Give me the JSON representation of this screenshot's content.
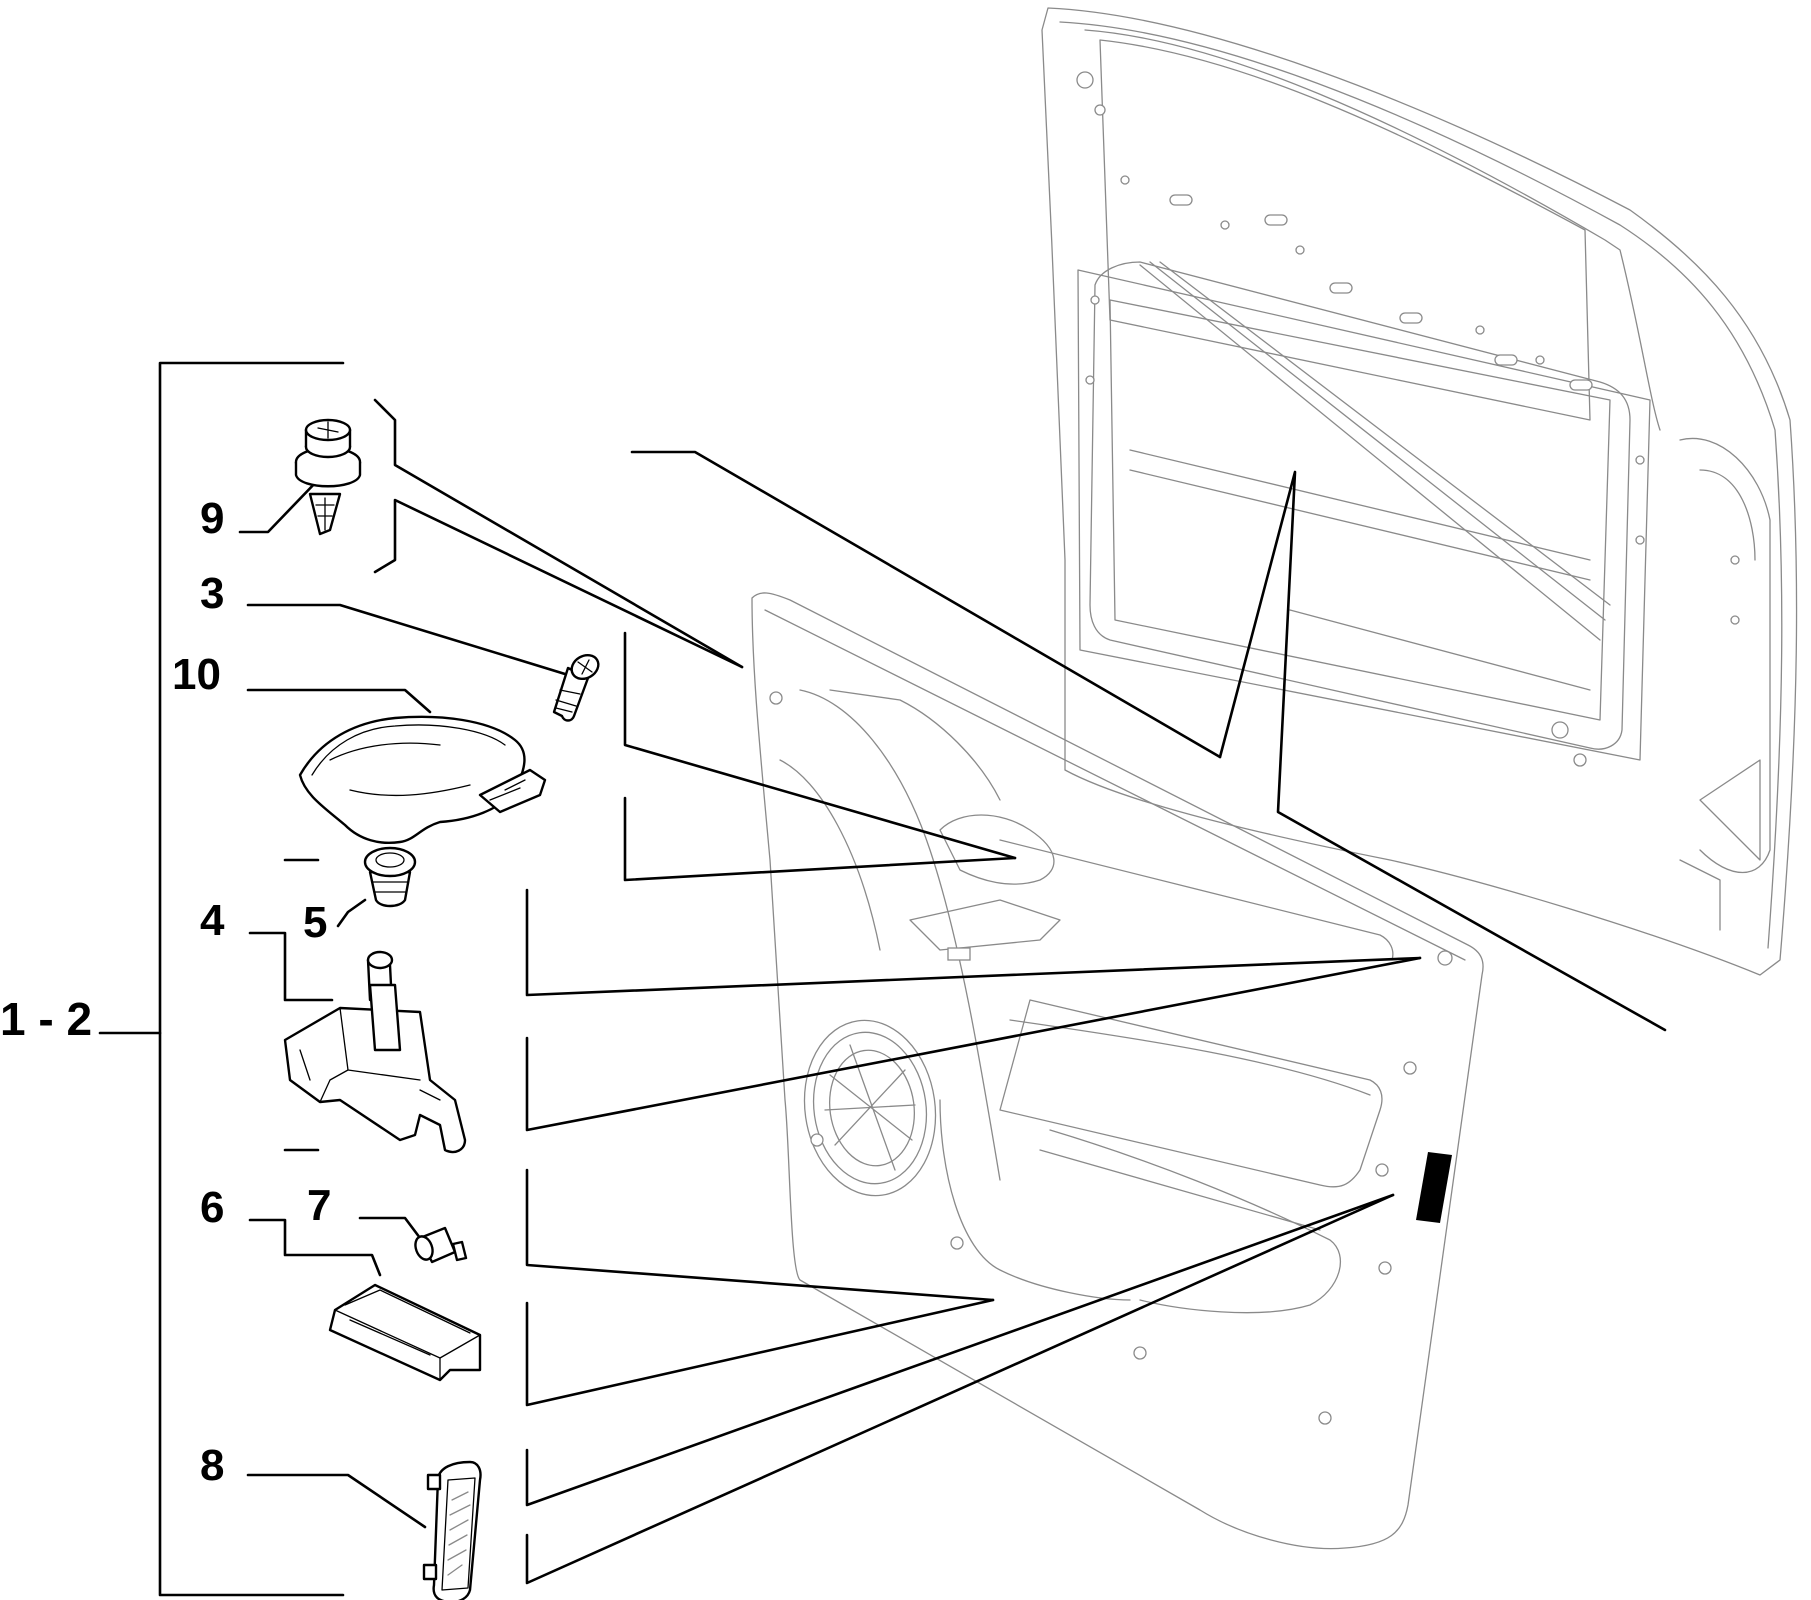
{
  "callouts": {
    "assembly": "1 - 2",
    "c9": "9",
    "c3": "3",
    "c10": "10",
    "c4": "4",
    "c5": "5",
    "c6": "6",
    "c7": "7",
    "c8": "8"
  },
  "colors": {
    "line": "#000000",
    "panel_detail": "#8a8a8a",
    "background": "#ffffff"
  }
}
